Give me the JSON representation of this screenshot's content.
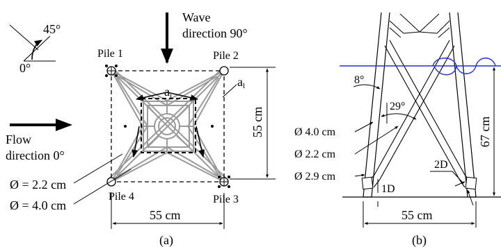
{
  "panel_a": {
    "caption": "(a)",
    "angle_45": "45°",
    "angle_0": "0°",
    "wave_line1": "Wave",
    "wave_line2": "direction 90°",
    "flow_line1": "Flow",
    "flow_line2": "direction 0°",
    "pile1": "Pile 1",
    "pile2": "Pile 2",
    "pile3": "Pile 3",
    "pile4": "Pile 4",
    "dia_1": "Ø = 2.2 cm",
    "dia_2": "Ø = 4.0 cm",
    "dim_width": "55 cm",
    "dim_height": "55 cm",
    "label_ai_main": "a",
    "label_ai_sub": "i",
    "label_al_main": "a",
    "label_al_sub": "l"
  },
  "panel_b": {
    "caption": "(b)",
    "angle_8": "8°",
    "angle_29": "29°",
    "dia_1": "Ø 4.0 cm",
    "dia_2": "Ø 2.2 cm",
    "dia_3": "Ø 2.9 cm",
    "label_2d": "2D",
    "label_1d": "1D",
    "dim_width": "55 cm",
    "dim_height": "67 cm"
  },
  "colors": {
    "water_line": "#1f2fd6",
    "ink": "#000000",
    "member_gray": "#9a9a9a"
  }
}
